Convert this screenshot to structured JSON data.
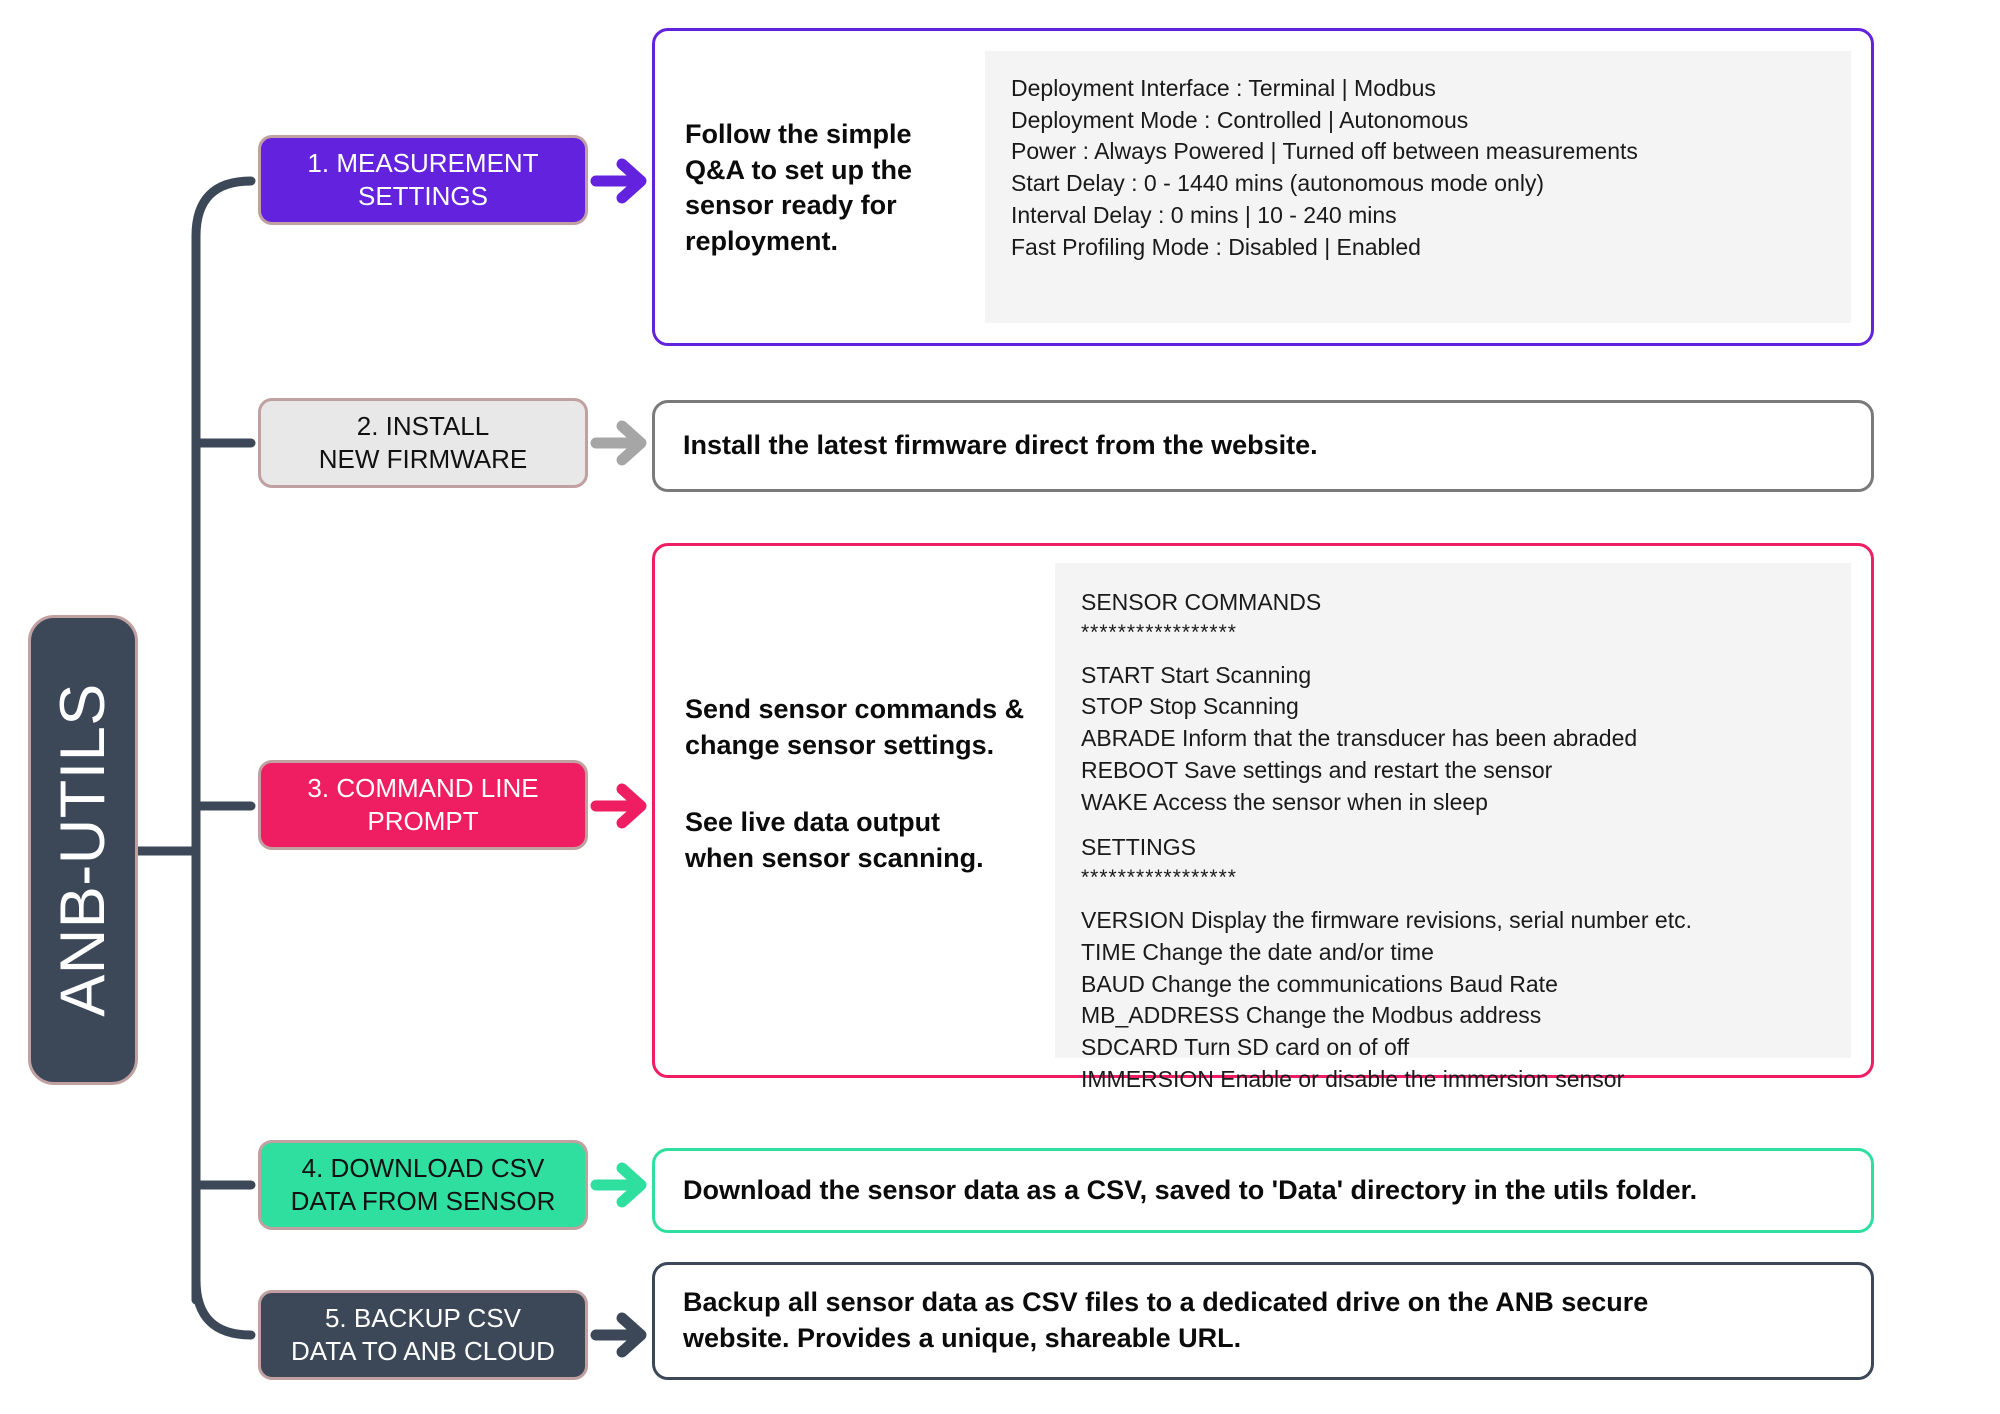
{
  "root": {
    "label": "ANB-UTILS"
  },
  "colors": {
    "root": "#3c4858",
    "node_border": "#c0a0a0",
    "step1": "#6322dd",
    "step2": "#e8e8e8",
    "step3": "#ef1d62",
    "step4": "#2fdfa0",
    "step5": "#3c4858",
    "connector": "#3c4858",
    "code_bg": "#f4f4f4"
  },
  "steps": [
    {
      "id": 1,
      "line1": "1. MEASUREMENT",
      "line2": "SETTINGS",
      "arrow": "arrow-right-icon",
      "description": [
        "Follow the simple",
        "Q&A to set up the",
        "sensor ready for",
        "reployment."
      ],
      "code_lines": [
        "Deployment Interface : Terminal | Modbus",
        "Deployment Mode : Controlled | Autonomous",
        "Power : Always Powered | Turned off between measurements",
        "Start Delay : 0 - 1440 mins (autonomous mode only)",
        "Interval Delay : 0 mins | 10 - 240 mins",
        "Fast Profiling Mode : Disabled | Enabled"
      ]
    },
    {
      "id": 2,
      "line1": "2. INSTALL",
      "line2": "NEW FIRMWARE",
      "arrow": "arrow-right-icon",
      "description": [
        "Install the latest firmware direct from the website."
      ]
    },
    {
      "id": 3,
      "line1": "3. COMMAND LINE",
      "line2": "PROMPT",
      "arrow": "arrow-right-icon",
      "description_a": [
        "Send sensor commands &",
        "change sensor settings."
      ],
      "description_b": [
        "See live data output",
        "when sensor scanning."
      ],
      "code_heading_1": "SENSOR COMMANDS",
      "code_rule_1": "*****************",
      "code_group_1": [
        "START Start Scanning",
        "STOP Stop Scanning",
        "ABRADE Inform that the transducer has been abraded",
        "REBOOT Save settings and restart the sensor",
        "WAKE Access the sensor when in sleep"
      ],
      "code_heading_2": "SETTINGS",
      "code_rule_2": "*****************",
      "code_group_2": [
        "VERSION Display the firmware revisions, serial number etc.",
        "TIME Change the date and/or time",
        "BAUD Change the communications Baud Rate",
        "MB_ADDRESS Change the Modbus address",
        "SDCARD Turn SD card on of off",
        "IMMERSION Enable or disable the immersion sensor"
      ]
    },
    {
      "id": 4,
      "line1": "4. DOWNLOAD CSV",
      "line2": "DATA FROM SENSOR",
      "arrow": "arrow-right-icon",
      "description": [
        "Download the sensor data as a CSV, saved to 'Data' directory in the utils folder."
      ]
    },
    {
      "id": 5,
      "line1": "5. BACKUP CSV",
      "line2": "DATA TO ANB CLOUD",
      "arrow": "arrow-right-icon",
      "description": [
        "Backup all sensor data as CSV files to a dedicated drive on the ANB secure",
        "website. Provides a unique, shareable URL."
      ]
    }
  ]
}
